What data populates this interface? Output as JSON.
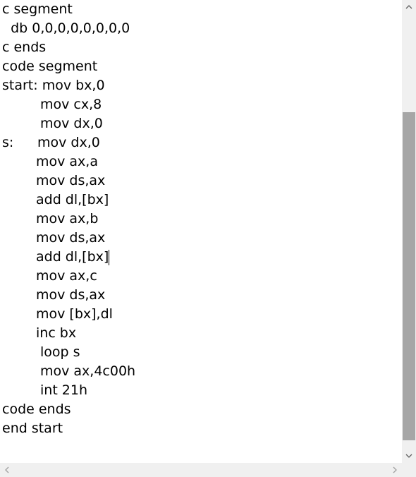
{
  "editor": {
    "lines": [
      "c segment",
      "  db 0,0,0,0,0,0,0,0",
      "c ends",
      "code segment",
      "start: mov bx,0",
      "mov cx,8",
      "mov dx,0",
      "s:",
      "mov dx,0",
      "mov ax,a",
      "mov ds,ax",
      "add dl,[bx]",
      "mov ax,b",
      "mov ds,ax",
      "add dl,[bx]",
      "mov ax,c",
      "mov ds,ax",
      "mov [bx],dl",
      "inc bx",
      "loop s",
      "mov ax,4c00h",
      "int 21h",
      "code ends",
      "end start"
    ]
  },
  "scrollbars": {
    "vertical": {
      "up_icon": "chevron-up-icon",
      "down_icon": "chevron-down-icon"
    },
    "horizontal": {
      "left_icon": "chevron-left-icon",
      "right_icon": "chevron-right-icon"
    }
  },
  "colors": {
    "text": "#000000",
    "background": "#ffffff",
    "scrollbar_track": "#f0f0f0",
    "scrollbar_thumb": "#a6a6a6",
    "scrollbar_arrow": "#606060"
  }
}
